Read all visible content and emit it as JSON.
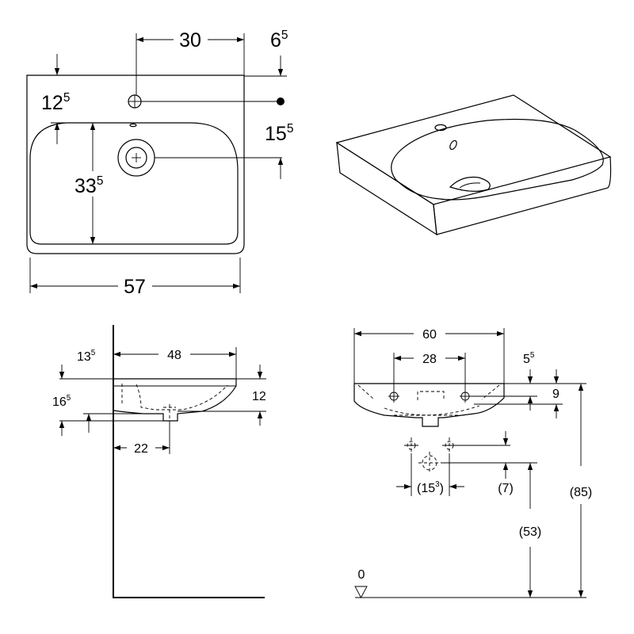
{
  "top_view": {
    "dim_width": {
      "main": "57",
      "sup": ""
    },
    "dim_tap_offset": {
      "main": "30",
      "sup": ""
    },
    "dim_right_gap": {
      "main": "6",
      "sup": "5"
    },
    "dim_top_left": {
      "main": "12",
      "sup": "5"
    },
    "dim_drain_right": {
      "main": "15",
      "sup": "5"
    },
    "dim_bowl_depth": {
      "main": "33",
      "sup": "5"
    }
  },
  "side_view": {
    "dim_top_offset": {
      "main": "13",
      "sup": "5"
    },
    "dim_bowl_length": {
      "main": "48",
      "sup": ""
    },
    "dim_left_height": {
      "main": "16",
      "sup": "5"
    },
    "dim_right_height": {
      "main": "12",
      "sup": ""
    },
    "dim_drain_offset": {
      "main": "22",
      "sup": ""
    }
  },
  "front_view": {
    "dim_overall_width": {
      "main": "60",
      "sup": ""
    },
    "dim_fixing_spacing": {
      "main": "28",
      "sup": ""
    },
    "dim_top_small": {
      "main": "5",
      "sup": "5"
    },
    "dim_rim_height": {
      "main": "9",
      "sup": ""
    },
    "dim_fixing_pair": {
      "open": "(",
      "main": "15",
      "sup": "3",
      "close": ")"
    },
    "dim_drain_drop": {
      "main": "(7)",
      "sup": ""
    },
    "dim_drain_height": {
      "main": "(53)",
      "sup": ""
    },
    "dim_rim_floor": {
      "main": "(85)",
      "sup": ""
    },
    "floor_label": "0"
  }
}
